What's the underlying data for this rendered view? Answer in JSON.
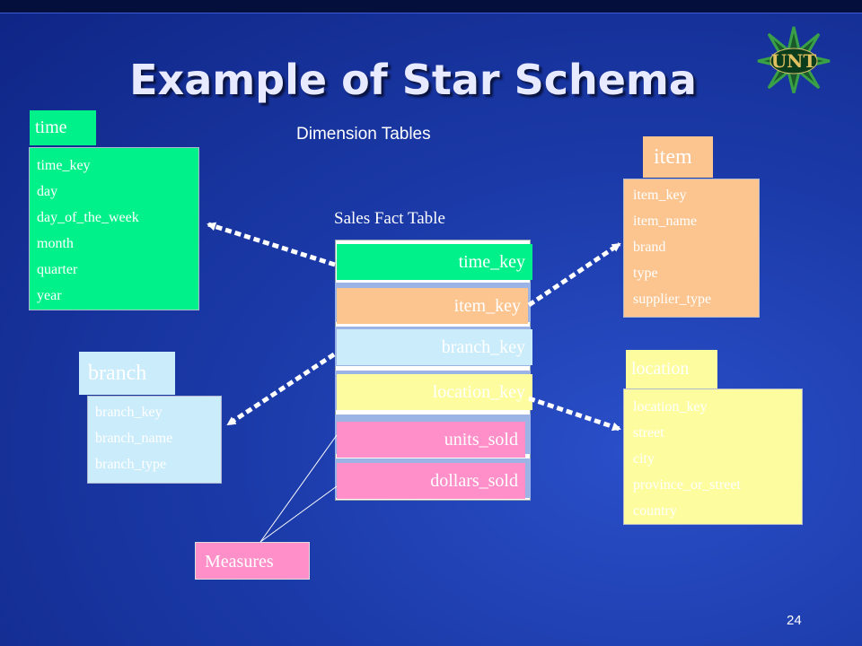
{
  "slide": {
    "title": "Example of Star Schema",
    "subtitle": "Dimension Tables",
    "fact_table_title": "Sales Fact Table",
    "page_number": "24",
    "logo_text": "UNT"
  },
  "time_table": {
    "name": "time",
    "attributes": [
      "time_key",
      "day",
      "day_of_the_week",
      "month",
      "quarter",
      "year"
    ]
  },
  "item_table": {
    "name": "item",
    "attributes": [
      "item_key",
      "item_name",
      "brand",
      "type",
      "supplier_type"
    ]
  },
  "branch_table": {
    "name": "branch",
    "attributes": [
      "branch_key",
      "branch_name",
      "branch_type"
    ]
  },
  "location_table": {
    "name": "location",
    "attributes": [
      "location_key",
      "street",
      "city",
      "province_or_street",
      "country"
    ]
  },
  "fact_table": {
    "keys": [
      "time_key",
      "item_key",
      "branch_key",
      "location_key",
      "units_sold",
      "dollars_sold"
    ]
  },
  "measures_label": "Measures",
  "colors": {
    "background": "#1b3aa8",
    "time": "#00f08a",
    "item": "#fcc590",
    "branch": "#cbecfb",
    "location": "#fdfda0",
    "measures": "#fe8fc8"
  }
}
